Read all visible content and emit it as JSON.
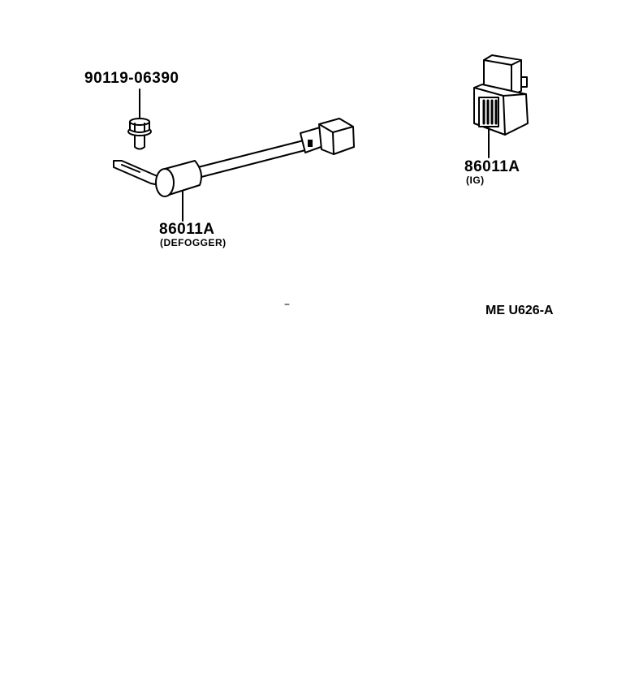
{
  "parts": {
    "bolt": {
      "part_no": "90119-06390"
    },
    "defogger_cable": {
      "part_no": "86011A",
      "note": "(DEFOGGER)"
    },
    "ig_relay": {
      "part_no": "86011A",
      "note": "(IG)"
    }
  },
  "figure_code": "ME U626-A",
  "colors": {
    "line": "#000000",
    "background": "#ffffff"
  },
  "icons": [
    "bolt-icon",
    "condenser-cable-icon",
    "relay-box-icon"
  ]
}
